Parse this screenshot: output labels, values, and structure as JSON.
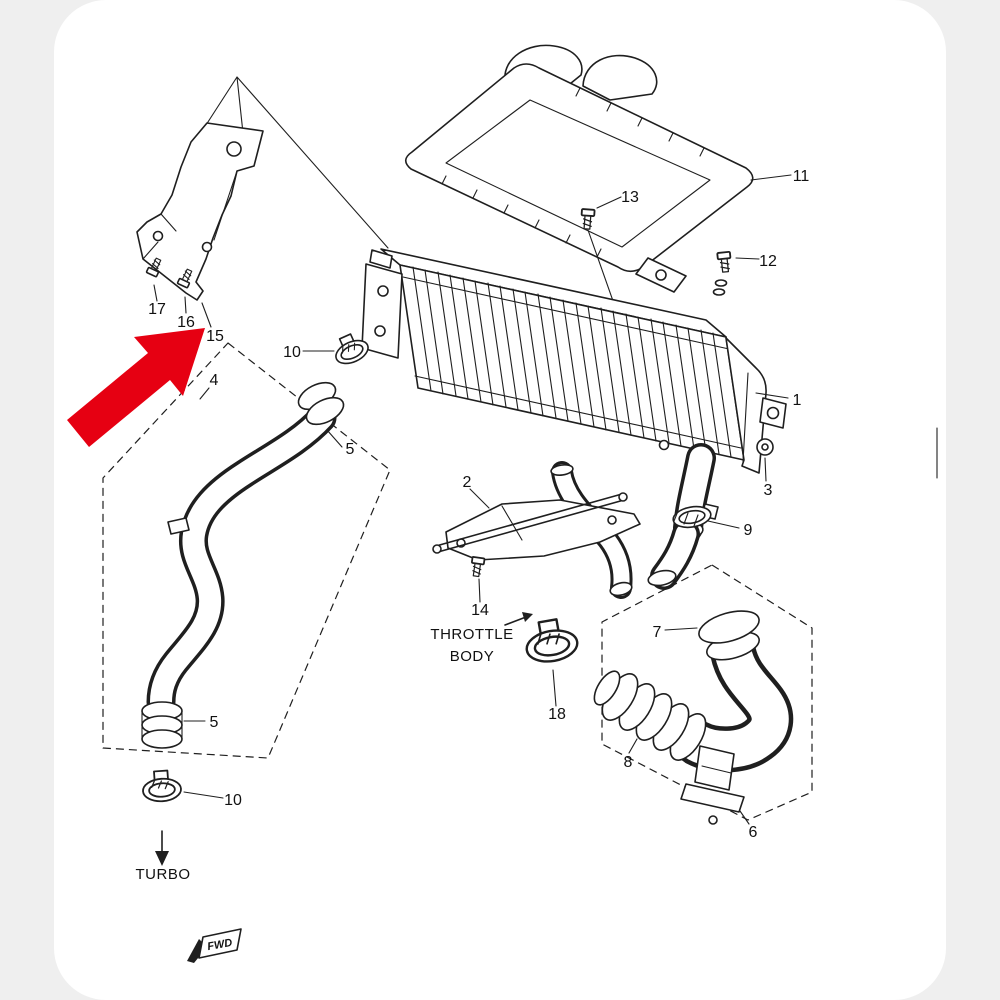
{
  "colors": {
    "line": "#1f1f1f",
    "background": "#ffffff",
    "page_margin": "#efefef",
    "highlight_arrow_red": "#e60012"
  },
  "part_labels": {
    "p1": "1",
    "p2": "2",
    "p3": "3",
    "p4": "4",
    "p5_upper": "5",
    "p5_lower": "5",
    "p6": "6",
    "p7": "7",
    "p8": "8",
    "p9": "9",
    "p10_upper": "10",
    "p10_lower": "10",
    "p11": "11",
    "p12": "12",
    "p13": "13",
    "p14": "14",
    "p15": "15",
    "p16": "16",
    "p17": "17",
    "p18": "18"
  },
  "annotations": {
    "throttle_body_line1": "THROTTLE",
    "throttle_body_line2": "BODY",
    "turbo": "TURBO",
    "fwd": "FWD"
  }
}
